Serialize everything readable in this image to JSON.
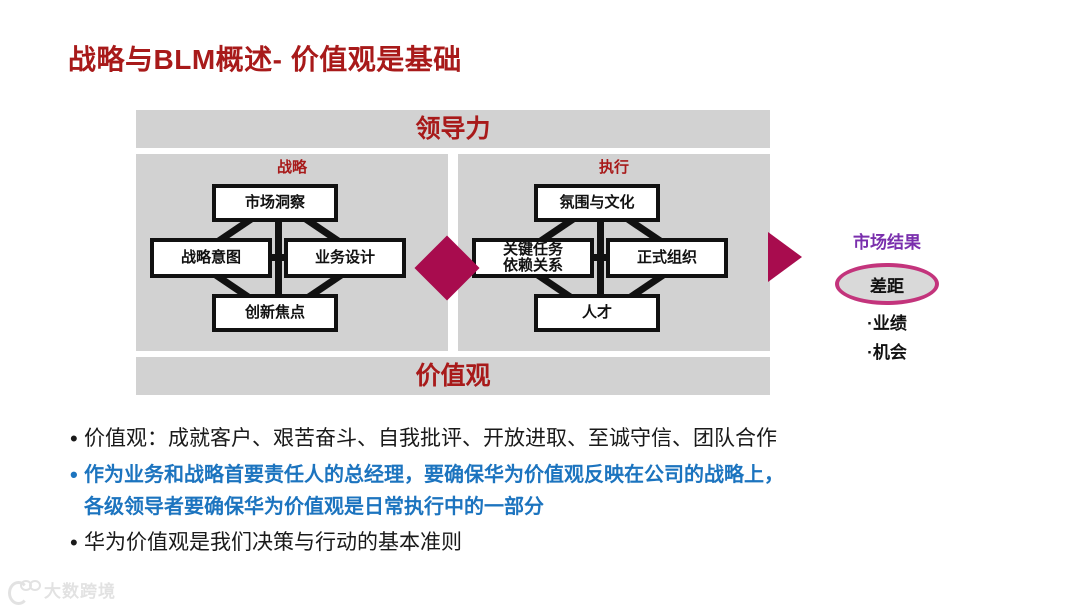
{
  "slide": {
    "title": "战略与BLM概述- 价值观是基础",
    "title_color": "#A81A1A"
  },
  "diagram": {
    "leadership_band": "领导力",
    "values_band": "价值观",
    "band_color": "#A81A1A",
    "panel_bg": "#D2D2D2",
    "accent_magenta": "#A80C4E",
    "strategy": {
      "title": "战略",
      "nodes": {
        "top": "市场洞察",
        "left": "战略意图",
        "right": "业务设计",
        "bottom": "创新焦点"
      }
    },
    "execution": {
      "title": "执行",
      "nodes": {
        "top": "氛围与文化",
        "left_line1": "关键任务",
        "left_line2": "依赖关系",
        "right": "正式组织",
        "bottom": "人才"
      }
    }
  },
  "result": {
    "title": "市场结果",
    "title_color": "#7A2FAD",
    "gap_label": "差距",
    "gap_border_color": "#C3347C",
    "items": [
      "·业绩",
      "·机会"
    ]
  },
  "bullets": [
    {
      "dot": "•",
      "text": "价值观：成就客户、艰苦奋斗、自我批评、开放进取、至诚守信、团队合作",
      "color": "#1a1a1a",
      "emphasis": false
    },
    {
      "dot": "•",
      "line1": "作为业务和战略首要责任人的总经理，要确保华为价值观反映在公司的战略上，",
      "line2": "各级领导者要确保华为价值观是日常执行中的一部分",
      "color": "#1C74BF",
      "emphasis": true
    },
    {
      "dot": "•",
      "text": "华为价值观是我们决策与行动的基本准则",
      "color": "#1a1a1a",
      "emphasis": false
    }
  ],
  "watermark": {
    "text": "大数跨境"
  }
}
